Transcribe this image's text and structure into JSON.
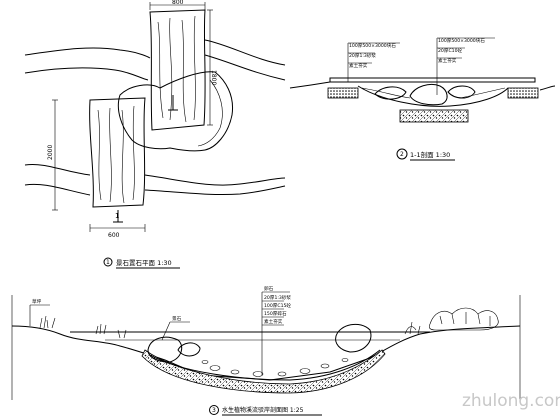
{
  "plan_view": {
    "dim_top": "800",
    "dim_right": "1800",
    "dim_left": "2000",
    "dim_bottom": "600",
    "section_mark": "1",
    "caption_number": "1",
    "caption": "景石置石平面 1:30"
  },
  "section_1": {
    "notes_left": [
      "100厚500×3000块石",
      "20厚1:3砂浆",
      "素土夯实"
    ],
    "notes_right": [
      "100厚500×3000块石",
      "20厚C10砼",
      "素土夯实"
    ],
    "caption_number": "2",
    "caption": "1-1剖面 1:30"
  },
  "stream_section": {
    "notes": [
      "卵石",
      "20厚1:3砂浆",
      "100厚C15砼",
      "150厚碎石",
      "素土夯实"
    ],
    "label_left": "草坪",
    "label_stone": "景石",
    "caption_number": "3",
    "caption": "水生植物溪流驳岸剖面图 1:25"
  },
  "watermark": "zhulong.com"
}
